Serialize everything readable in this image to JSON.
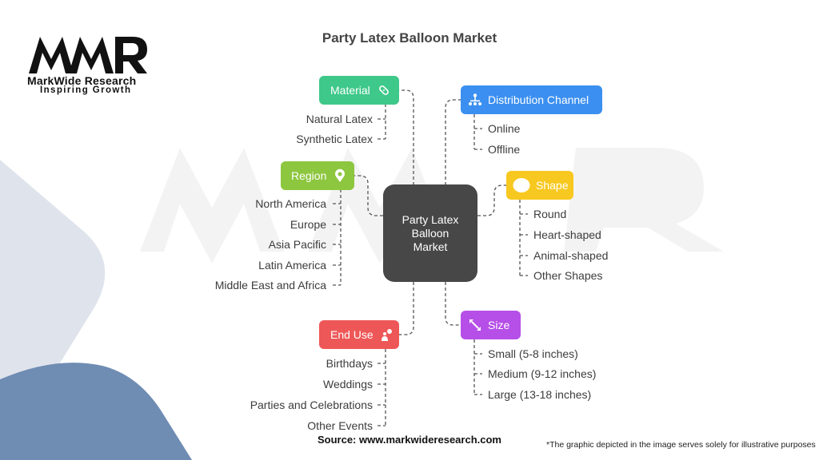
{
  "title": "Party Latex Balloon Market",
  "logo": {
    "mark": "MWR",
    "name": "MarkWide Research",
    "tagline": "Inspiring Growth"
  },
  "center": {
    "label": "Party Latex Balloon Market"
  },
  "categories": {
    "material": {
      "label": "Material",
      "icon": "bandage-icon",
      "color": "#3ec88a",
      "items": [
        "Natural Latex",
        "Synthetic Latex"
      ]
    },
    "region": {
      "label": "Region",
      "icon": "gear-pin-icon",
      "color": "#8dc63f",
      "items": [
        "North America",
        "Europe",
        "Asia Pacific",
        "Latin America",
        "Middle East and Africa"
      ]
    },
    "end_use": {
      "label": "End Use",
      "icon": "person-idea-icon",
      "color": "#ee5757",
      "items": [
        "Birthdays",
        "Weddings",
        "Parties and Celebrations",
        "Other Events"
      ]
    },
    "distribution_channel": {
      "label": "Distribution Channel",
      "icon": "network-icon",
      "color": "#3b8ff0",
      "items": [
        "Online",
        "Offline"
      ]
    },
    "shape": {
      "label": "Shape",
      "icon": "circle-icon",
      "color": "#f7c820",
      "items": [
        "Round",
        "Heart-shaped",
        "Animal-shaped",
        "Other Shapes"
      ]
    },
    "size": {
      "label": "Size",
      "icon": "resize-icon",
      "color": "#b64fe8",
      "items": [
        "Small (5-8 inches)",
        "Medium (9-12 inches)",
        "Large (13-18 inches)"
      ]
    }
  },
  "footer": {
    "source": "Source: www.markwideresearch.com",
    "disclaimer": "*The graphic depicted in the image serves solely for illustrative purposes"
  }
}
